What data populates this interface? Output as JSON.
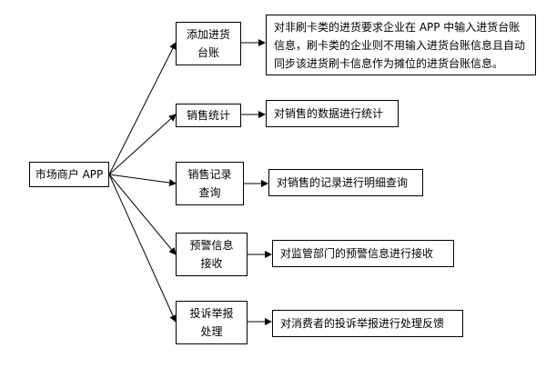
{
  "root": {
    "label": "市场商户 APP"
  },
  "functions": [
    {
      "label": "添加进货台账",
      "description": "对非刷卡类的进货要求企业在 APP 中输入进货台账信息，刷卡类的企业则不用输入进货台账信息且自动同步该进货刷卡信息作为摊位的进货台账信息。"
    },
    {
      "label": "销售统计",
      "description": "对销售的数据进行统计"
    },
    {
      "label": "销售记录查询",
      "description": "对销售的记录进行明细查询"
    },
    {
      "label": "预警信息接收",
      "description": "对监管部门的预警信息进行接收"
    },
    {
      "label": "投诉举报处理",
      "description": "对消费者的投诉举报进行处理反馈"
    }
  ]
}
